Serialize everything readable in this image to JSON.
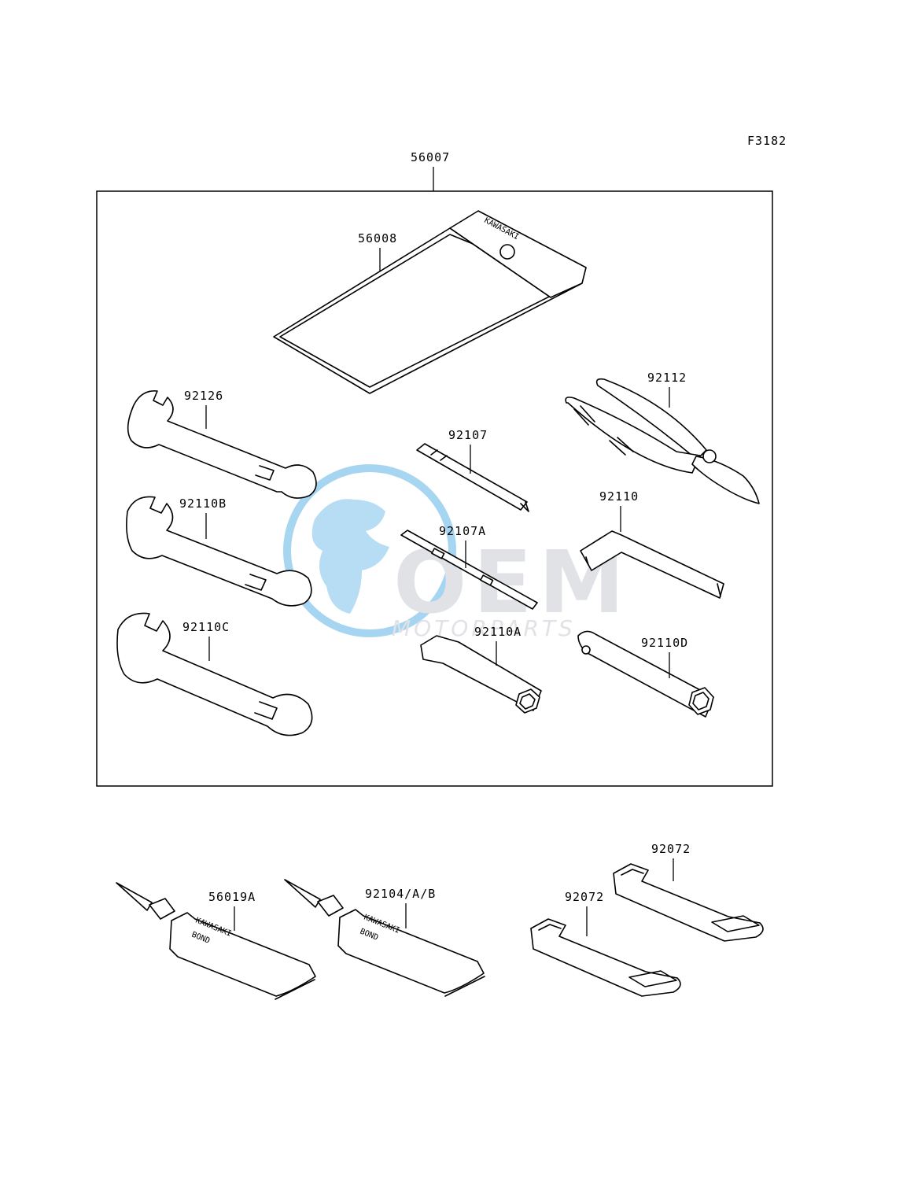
{
  "figure_code": "F3182",
  "brand_text": "KAWASAKI",
  "bond_brand": "KAWASAKI",
  "bond_text": "BOND",
  "watermark": {
    "big": "OEM",
    "small": "MOTORPARTS",
    "colors": {
      "globe": "#5fb4e6",
      "letters": "#c8ccd2"
    }
  },
  "labels": {
    "kit": "56007",
    "pouch": "56008",
    "pliers": "92112",
    "wrench_a": "92126",
    "driver": "92107",
    "wrench_b": "92110B",
    "hex_key": "92110",
    "driver_blade": "92107A",
    "wrench_c": "92110C",
    "socket_a": "92110A",
    "socket_d": "92110D",
    "bond_a": "56019A",
    "bond_b": "92104/A/B",
    "strap_top": "92072",
    "strap_bottom": "92072"
  }
}
